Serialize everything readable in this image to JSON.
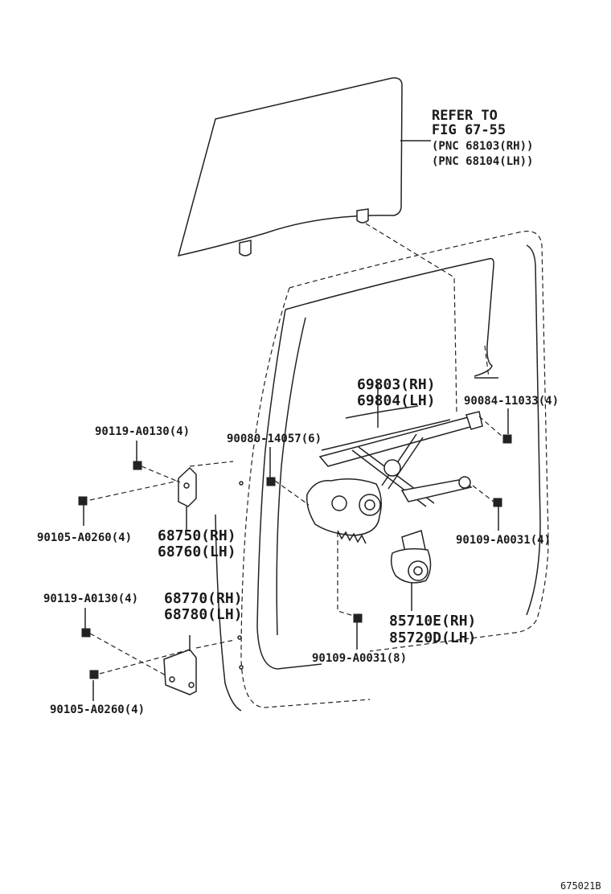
{
  "diagram": {
    "refer_lines": [
      "REFER TO",
      "FIG 67-55",
      "(PNC 68103(RH))",
      "(PNC 68104(LH))"
    ],
    "callouts": {
      "regulator_rh": "69803(RH)",
      "regulator_lh": "69804(LH)",
      "bolt_90084": "90084-11033(4)",
      "bolt_90119_top": "90119-A0130(4)",
      "bolt_90080": "90080-14057(6)",
      "bolt_90105_top": "90105-A0260(4)",
      "hinge_upper_rh": "68750(RH)",
      "hinge_upper_lh": "68760(LH)",
      "bolt_90109_right": "90109-A0031(4)",
      "bolt_90119_bottom": "90119-A0130(4)",
      "hinge_lower_rh": "68770(RH)",
      "hinge_lower_lh": "68780(LH)",
      "motor_rh": "85710E(RH)",
      "motor_lh": "85720D(LH)",
      "bolt_90109_bottom": "90109-A0031(8)",
      "bolt_90105_bottom": "90105-A0260(4)"
    },
    "figure_code": "675021B"
  }
}
